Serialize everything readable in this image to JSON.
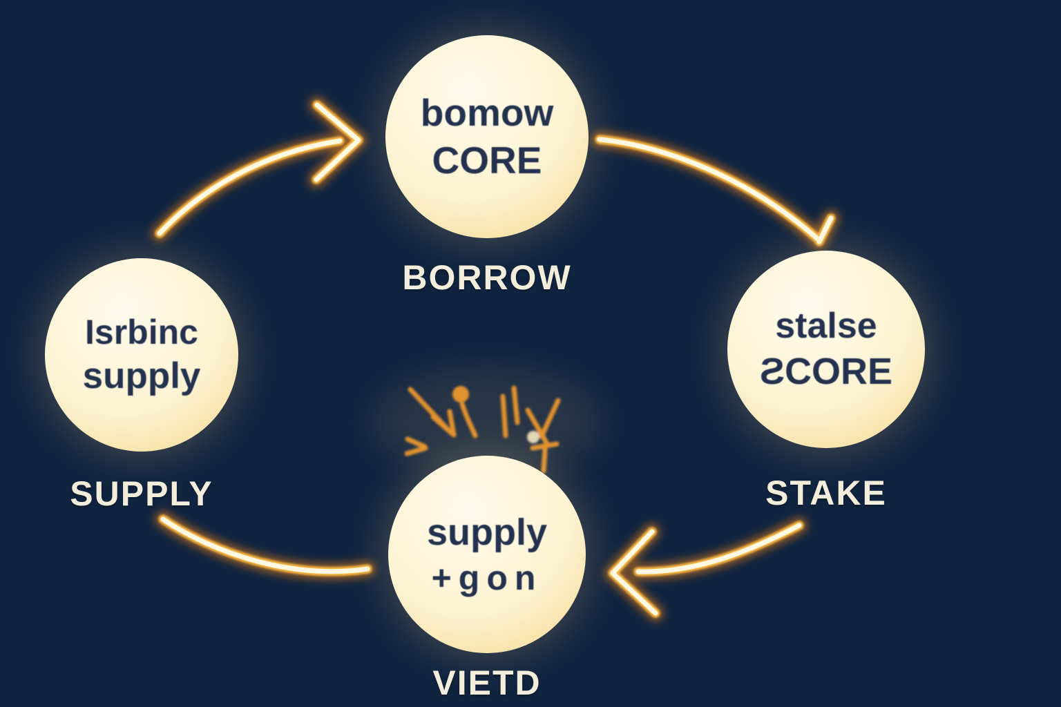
{
  "diagram": {
    "title": "lending-yield-cycle-diagram",
    "colors": {
      "background": "#102440",
      "circle_top": "#fefbec",
      "circle_bottom": "#f4d68c",
      "circle_text": "#243250",
      "label_text": "#f3eedb",
      "arrow_core": "#fff8e2",
      "arrow_mid": "#ffbc45",
      "arrow_glow": "#e07d12",
      "burst": "#e2922d"
    },
    "nodes": [
      {
        "id": "borrow",
        "line1": "bomow",
        "line2": "CORE",
        "label": "BORROW"
      },
      {
        "id": "supply",
        "line1": "Isrbinc",
        "line2": "supply",
        "label": "SUPPLY"
      },
      {
        "id": "stake",
        "line1": "stalse",
        "line2": "ƧCORE",
        "label": "STAKE"
      },
      {
        "id": "yield",
        "line1": "supply",
        "line2": "+gon",
        "label": "VIETD"
      }
    ],
    "arrows": [
      {
        "from": "SUPPLY",
        "to": "BORROW",
        "direction": "up-right"
      },
      {
        "from": "BORROW",
        "to": "STAKE",
        "direction": "down-right"
      },
      {
        "from": "STAKE",
        "to": "VIETD",
        "direction": "left"
      },
      {
        "from": "VIETD",
        "to": "SUPPLY",
        "direction": "up-left"
      }
    ]
  }
}
